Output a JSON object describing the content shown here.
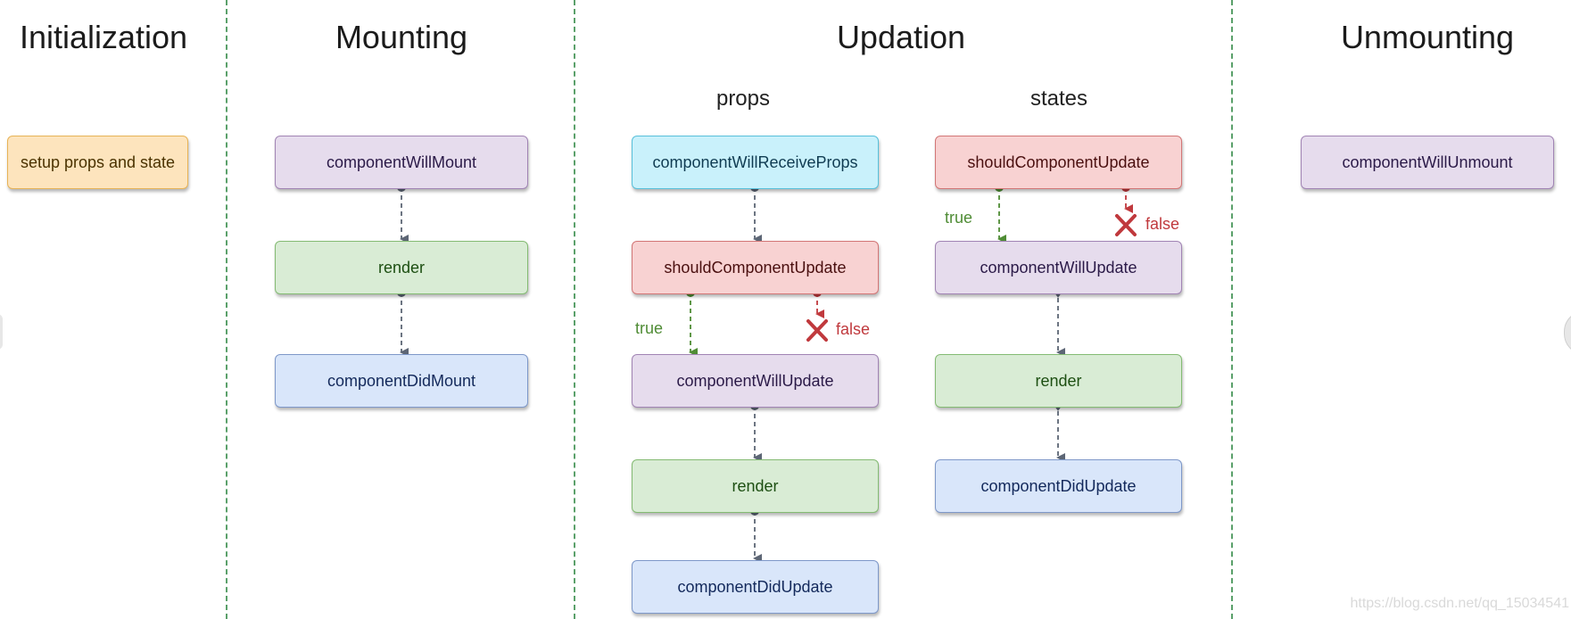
{
  "phases": {
    "initialization": "Initialization",
    "mounting": "Mounting",
    "updation": "Updation",
    "unmounting": "Unmounting"
  },
  "subphases": {
    "props": "props",
    "states": "states"
  },
  "nodes": {
    "setup_props_state": "setup props and state",
    "mount_will": "componentWillMount",
    "mount_render": "render",
    "mount_did": "componentDidMount",
    "props_receive": "componentWillReceiveProps",
    "props_should": "shouldComponentUpdate",
    "props_will_update": "componentWillUpdate",
    "props_render": "render",
    "props_did_update": "componentDidUpdate",
    "states_should": "shouldComponentUpdate",
    "states_will_update": "componentWillUpdate",
    "states_render": "render",
    "states_did_update": "componentDidUpdate",
    "unmount_will": "componentWillUnmount"
  },
  "branches": {
    "true_label": "true",
    "false_label": "false"
  },
  "colors": {
    "edge": "#5d6675",
    "true_edge": "#4f8c35",
    "false_edge": "#c0393d",
    "divider": "#5aa06a"
  },
  "watermark": "https://blog.csdn.net/qq_15034541"
}
